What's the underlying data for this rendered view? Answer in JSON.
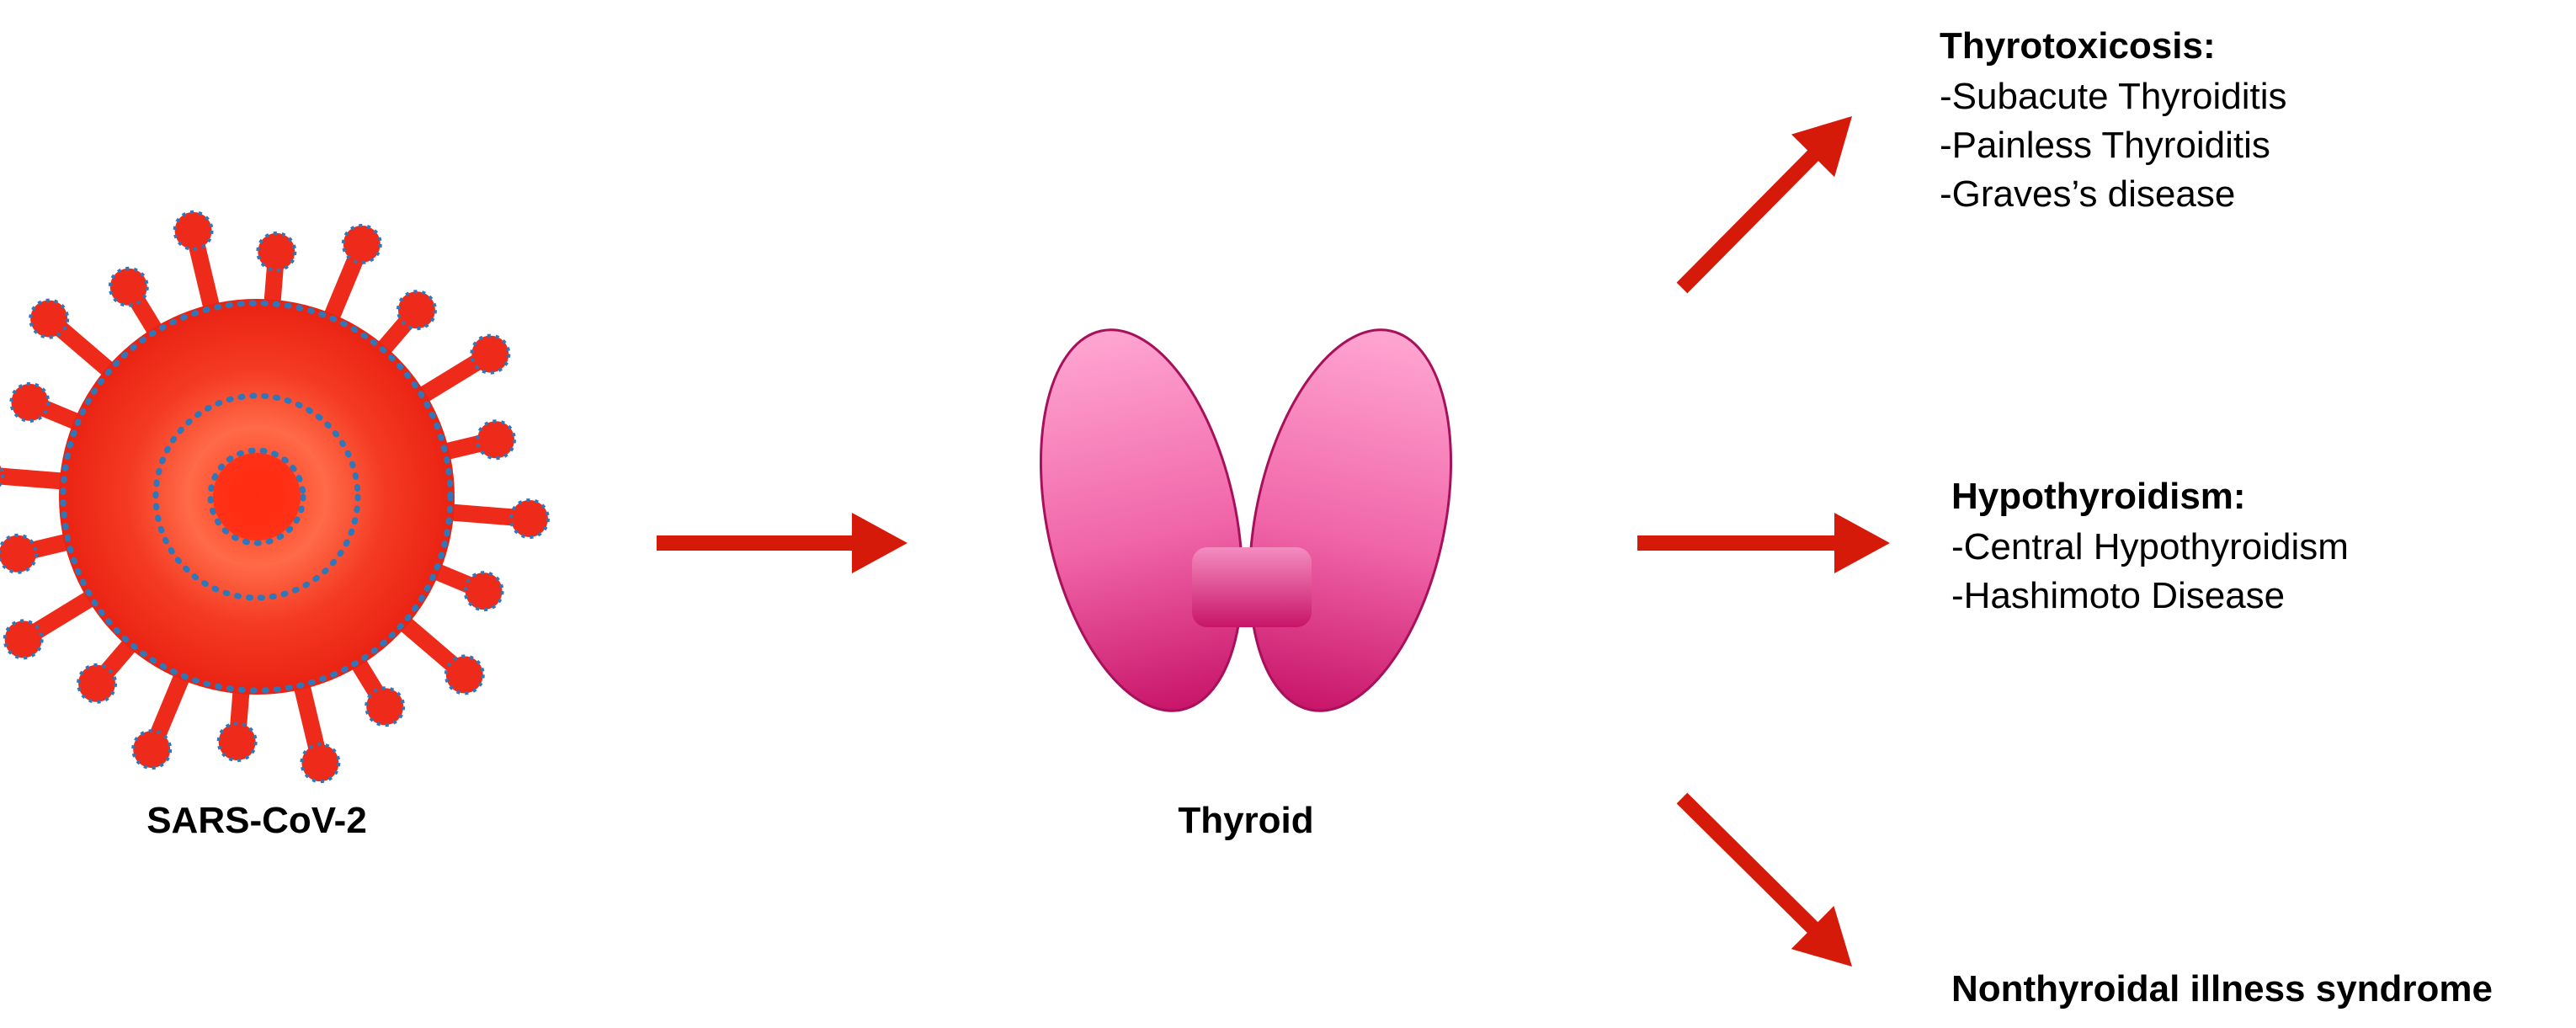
{
  "source": {
    "label": "SARS-CoV-2",
    "colors": {
      "body": "#ee2a1a",
      "core": "#ff5a3a",
      "dots": "#2f77b8"
    }
  },
  "organ": {
    "label": "Thyroid",
    "colors": {
      "lobe_light": "#ff9ccc",
      "lobe_dark": "#c9186a",
      "isthmus": "#d9307e"
    }
  },
  "arrow_color": "#d61a0a",
  "outcomes": [
    {
      "id": "thyrotoxicosis",
      "title": "Thyrotoxicosis:",
      "items": [
        "-Subacute Thyroiditis",
        "-Painless Thyroiditis",
        "-Graves’s disease"
      ]
    },
    {
      "id": "hypothyroidism",
      "title": "Hypothyroidism:",
      "items": [
        "-Central Hypothyroidism",
        "-Hashimoto Disease"
      ]
    },
    {
      "id": "nonthyroidal",
      "title": "Nonthyroidal illness syndrome",
      "items": []
    }
  ]
}
